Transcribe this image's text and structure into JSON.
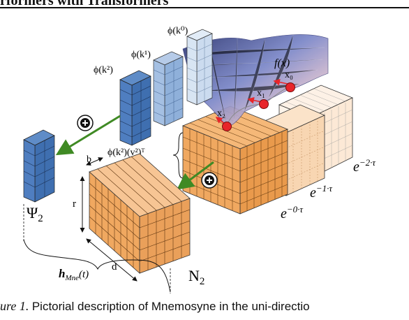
{
  "header": {
    "running_title": "rformers with Transformers"
  },
  "figure": {
    "labels": {
      "phi_k0": "ϕ(k⁰)",
      "phi_k1": "ϕ(k¹)",
      "phi_k2": "ϕ(k²)",
      "fx": "f(x)",
      "x0": "x₀",
      "x1": "x₁",
      "x2": "x₂",
      "phi_k2_v2": "ϕ(k²)(v²)ᵀ",
      "exp2": "e^{−2·τ}",
      "exp2_base": "e",
      "exp2_sup": "−2·τ",
      "exp1_base": "e",
      "exp1_sup": "−1·τ",
      "exp0_base": "e",
      "exp0_sup": "−0·τ",
      "psi2": "Ψ",
      "psi2_sub": "2",
      "n2": "N",
      "n2_sub": "2",
      "b": "b",
      "r": "r",
      "d": "d",
      "h_main": "h",
      "h_sub": "Mne",
      "h_arg": "(t)",
      "plus": "+"
    },
    "colors": {
      "blue_dark": "#3f6fb0",
      "blue_mid": "#8fb0da",
      "blue_light": "#cbdbef",
      "orange": "#f0a860",
      "orange_light": "#fae0c4",
      "peach": "#fdf1e6",
      "green_arrow": "#3f8a24",
      "red_point": "#e8252a"
    }
  },
  "caption": {
    "label": "ure 1.",
    "text": "Pictorial description of Mnemosyne in the uni-directio"
  }
}
